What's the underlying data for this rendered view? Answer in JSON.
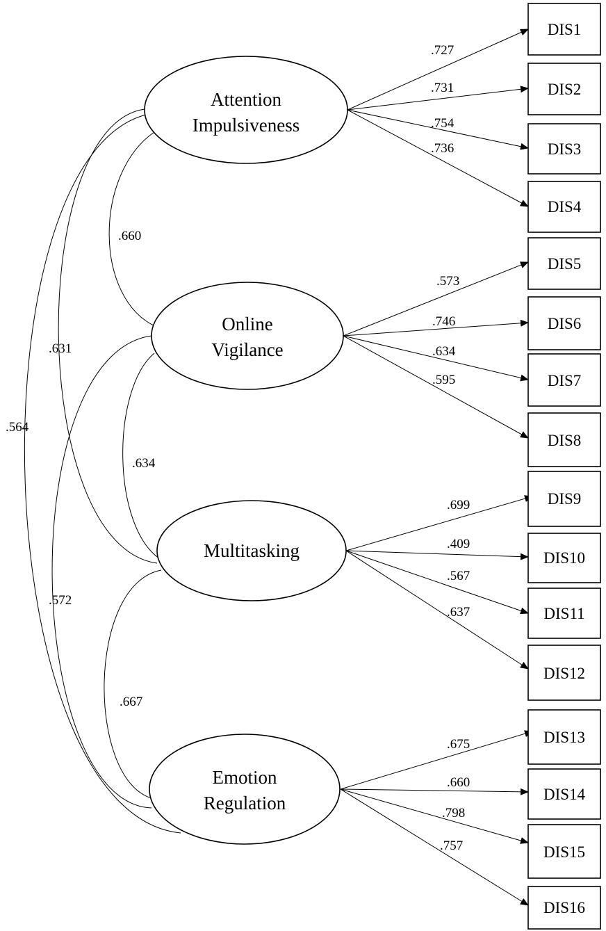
{
  "latents": [
    {
      "id": "attention",
      "lines": [
        "Attention",
        "Impulsiveness"
      ]
    },
    {
      "id": "vigilance",
      "lines": [
        "Online",
        "Vigilance"
      ]
    },
    {
      "id": "multitasking",
      "lines": [
        "Multitasking"
      ]
    },
    {
      "id": "emotion",
      "lines": [
        "Emotion",
        "Regulation"
      ]
    }
  ],
  "indicators": [
    "DIS1",
    "DIS2",
    "DIS3",
    "DIS4",
    "DIS5",
    "DIS6",
    "DIS7",
    "DIS8",
    "DIS9",
    "DIS10",
    "DIS11",
    "DIS12",
    "DIS13",
    "DIS14",
    "DIS15",
    "DIS16"
  ],
  "loadings": [
    {
      "from": "attention",
      "to": "DIS1",
      "value": ".727"
    },
    {
      "from": "attention",
      "to": "DIS2",
      "value": ".731"
    },
    {
      "from": "attention",
      "to": "DIS3",
      "value": ".754"
    },
    {
      "from": "attention",
      "to": "DIS4",
      "value": ".736"
    },
    {
      "from": "vigilance",
      "to": "DIS5",
      "value": ".573"
    },
    {
      "from": "vigilance",
      "to": "DIS6",
      "value": ".746"
    },
    {
      "from": "vigilance",
      "to": "DIS7",
      "value": ".634"
    },
    {
      "from": "vigilance",
      "to": "DIS8",
      "value": ".595"
    },
    {
      "from": "multitasking",
      "to": "DIS9",
      "value": ".699"
    },
    {
      "from": "multitasking",
      "to": "DIS10",
      "value": ".409"
    },
    {
      "from": "multitasking",
      "to": "DIS11",
      "value": ".567"
    },
    {
      "from": "multitasking",
      "to": "DIS12",
      "value": ".637"
    },
    {
      "from": "emotion",
      "to": "DIS13",
      "value": ".675"
    },
    {
      "from": "emotion",
      "to": "DIS14",
      "value": ".660"
    },
    {
      "from": "emotion",
      "to": "DIS15",
      "value": ".798"
    },
    {
      "from": "emotion",
      "to": "DIS16",
      "value": ".757"
    }
  ],
  "correlations": [
    {
      "a": "attention",
      "b": "vigilance",
      "value": ".660"
    },
    {
      "a": "vigilance",
      "b": "multitasking",
      "value": ".634"
    },
    {
      "a": "multitasking",
      "b": "emotion",
      "value": ".667"
    },
    {
      "a": "attention",
      "b": "multitasking",
      "value": ".631"
    },
    {
      "a": "vigilance",
      "b": "emotion",
      "value": ".572"
    },
    {
      "a": "attention",
      "b": "emotion",
      "value": ".564"
    }
  ]
}
